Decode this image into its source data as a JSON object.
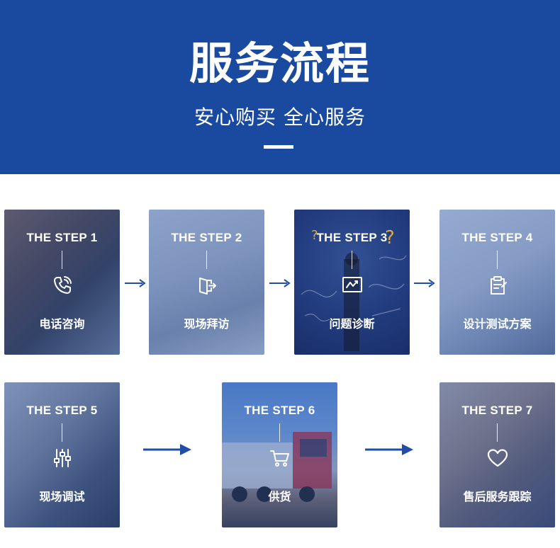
{
  "banner": {
    "title": "服务流程",
    "subtitle": "安心购买 全心服务"
  },
  "colors": {
    "brand_blue": "#1a4aa0",
    "arrow_blue": "#1f4da8"
  },
  "steps": [
    {
      "step": "THE STEP 1",
      "label": "电话咨询",
      "icon": "phone-icon"
    },
    {
      "step": "THE STEP 2",
      "label": "现场拜访",
      "icon": "door-exit-icon"
    },
    {
      "step": "THE STEP 3",
      "label": "问题诊断",
      "icon": "chart-monitor-icon"
    },
    {
      "step": "THE STEP 4",
      "label": "设计测试方案",
      "icon": "clipboard-icon"
    },
    {
      "step": "THE STEP 5",
      "label": "现场调试",
      "icon": "sliders-icon"
    },
    {
      "step": "THE STEP 6",
      "label": "供货",
      "icon": "cart-icon"
    },
    {
      "step": "THE STEP 7",
      "label": "售后服务跟踪",
      "icon": "heart-icon"
    }
  ]
}
